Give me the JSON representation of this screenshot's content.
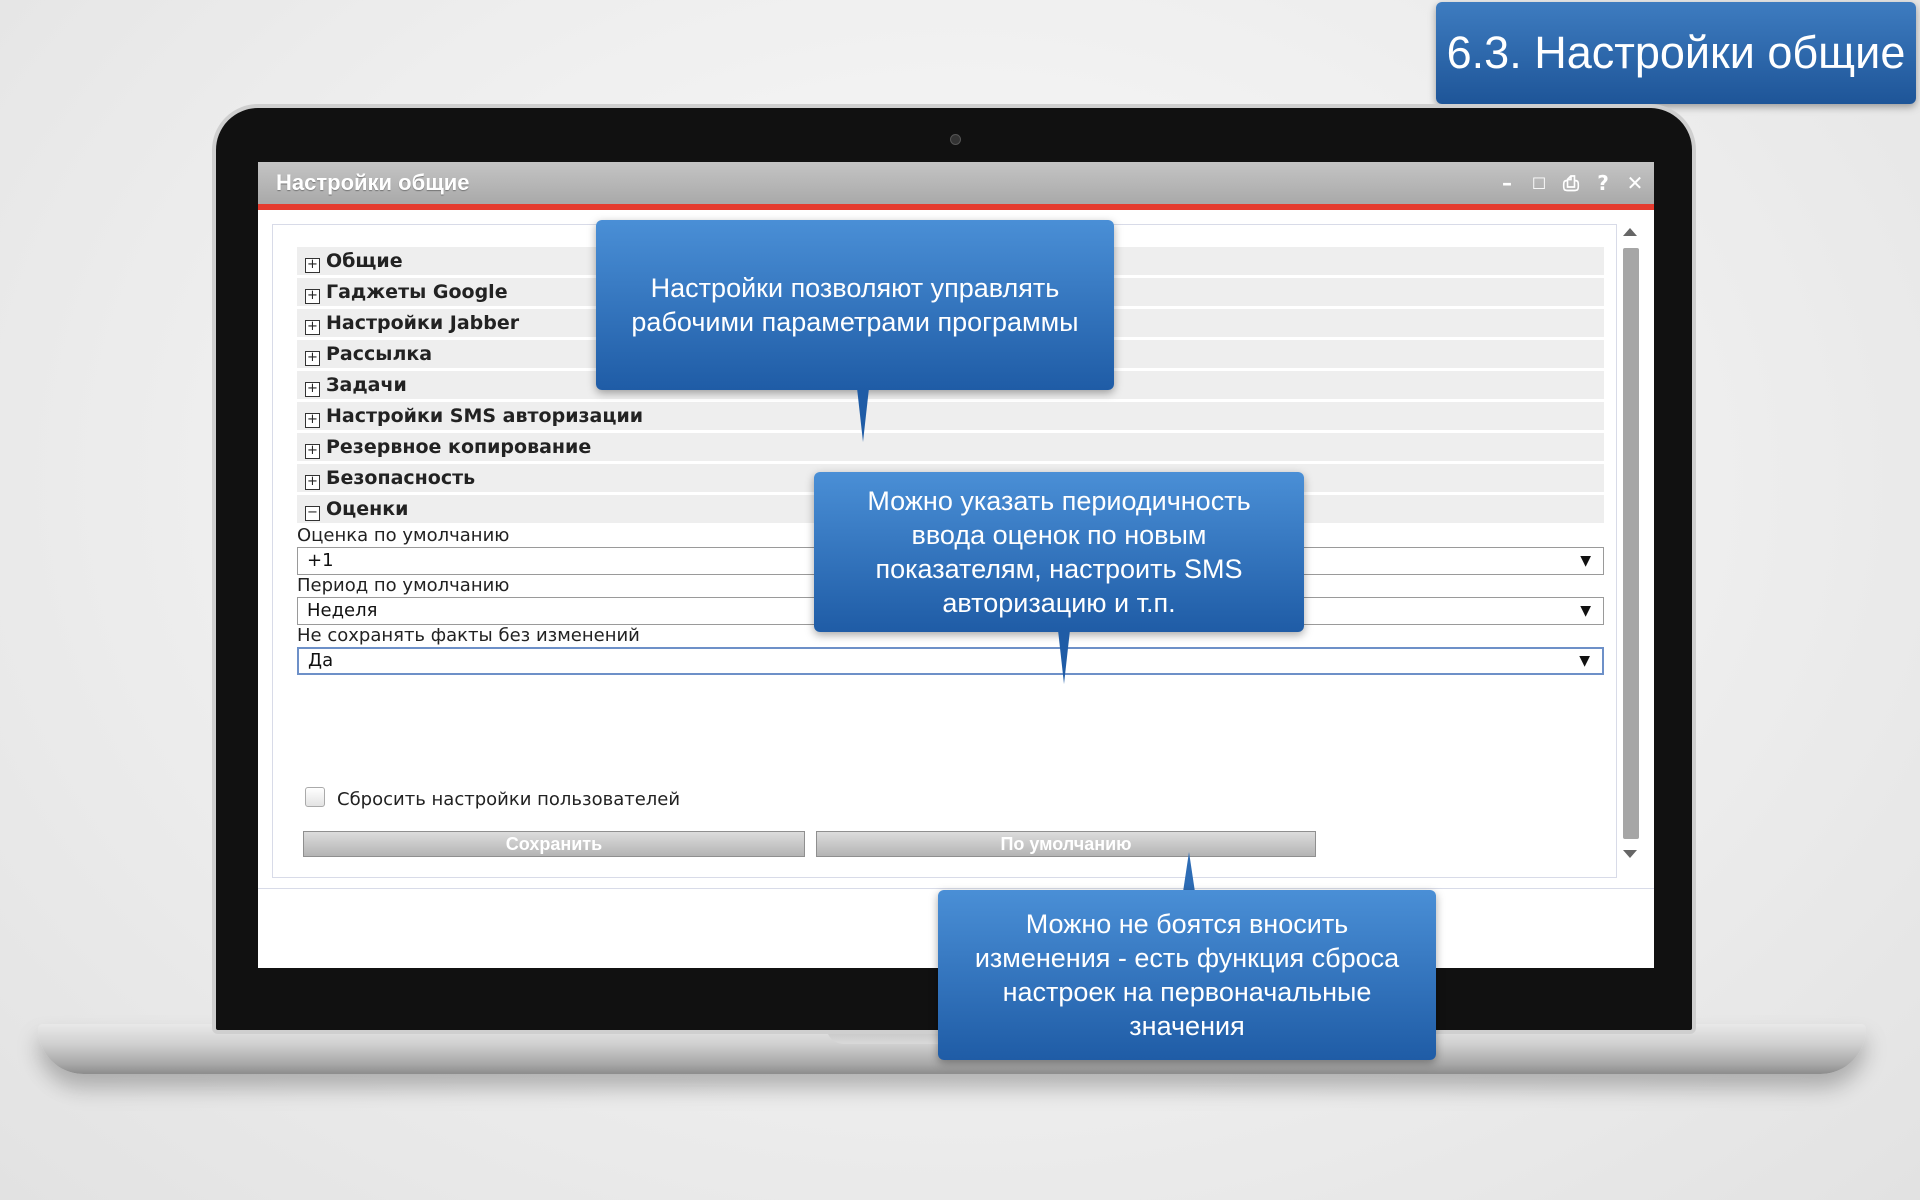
{
  "slide_title": "6.3. Настройки общие",
  "window": {
    "title": "Настройки общие",
    "controls": {
      "minimize": "–",
      "maximize": "☐",
      "print": "⎙",
      "help": "?",
      "close": "✕"
    }
  },
  "sections": [
    {
      "label": "Общие",
      "expanded": false,
      "toggle": "+"
    },
    {
      "label": "Гаджеты Google",
      "expanded": false,
      "toggle": "+"
    },
    {
      "label": "Настройки Jabber",
      "expanded": false,
      "toggle": "+"
    },
    {
      "label": "Рассылка",
      "expanded": false,
      "toggle": "+"
    },
    {
      "label": "Задачи",
      "expanded": false,
      "toggle": "+"
    },
    {
      "label": "Настройки SMS авторизации",
      "expanded": false,
      "toggle": "+"
    },
    {
      "label": "Резервное копирование",
      "expanded": false,
      "toggle": "+"
    },
    {
      "label": "Безопасность",
      "expanded": false,
      "toggle": "+"
    },
    {
      "label": "Оценки",
      "expanded": true,
      "toggle": "−"
    }
  ],
  "fields": [
    {
      "label": "Оценка по умолчанию",
      "value": "+1"
    },
    {
      "label": "Период по умолчанию",
      "value": "Неделя"
    },
    {
      "label": "Не сохранять факты без изменений",
      "value": "Да"
    }
  ],
  "reset_checkbox": {
    "label": "Сбросить настройки пользователей",
    "checked": false
  },
  "buttons": {
    "save": "Сохранить",
    "default": "По умолчанию"
  },
  "callouts": {
    "top": "Настройки позволяют управлять рабочими параметрами программы",
    "middle": "Можно указать периодичность ввода оценок по новым показателям, настроить SMS авторизацию и т.п.",
    "bottom": "Можно не боятся вносить изменения - есть функция сброса настроек на первоначальные значения"
  },
  "colors": {
    "accent_blue": "#1f5ca6",
    "title_stripe": "#e53b2f"
  }
}
